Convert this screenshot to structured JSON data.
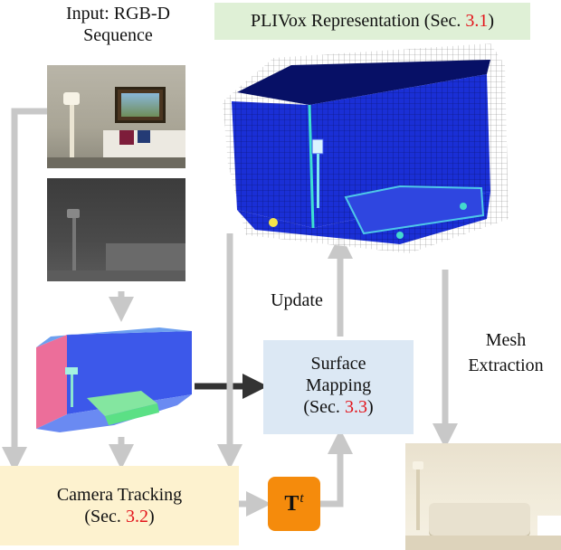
{
  "input_title": "Input: RGB-D Sequence",
  "pli_box": {
    "text": "PLIVox Representation (Sec. ",
    "ref": "3.1",
    "close": ")"
  },
  "update_label": "Update",
  "mesh_label": "Mesh Extraction",
  "mapping_box": {
    "line1": "Surface",
    "line2": "Mapping",
    "line3_pre": "(Sec. ",
    "ref": "3.3",
    "close": ")"
  },
  "tracking_box": {
    "line1": "Camera Tracking",
    "line2_pre": "(Sec. ",
    "ref": "3.2",
    "close": ")"
  },
  "transform_symbol": {
    "base": "T",
    "sup": "t"
  },
  "colors": {
    "tracking_bg": "#fdf2cf",
    "mapping_bg": "#dce8f4",
    "pli_bg": "#dff0d6",
    "transform_bg": "#f58b0c",
    "ref_red": "#e3141b",
    "arrow_gray": "#c8c8c8",
    "arrow_dark": "#333333"
  }
}
